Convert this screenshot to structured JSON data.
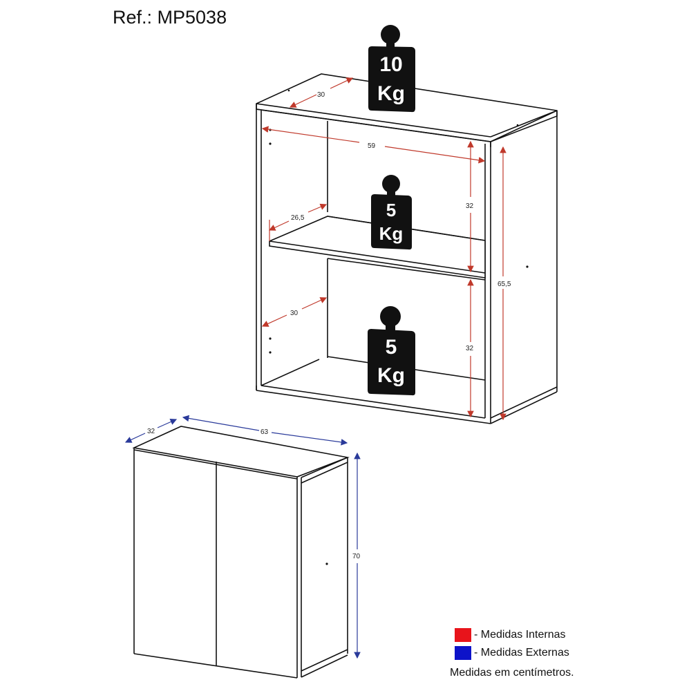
{
  "header": {
    "title": "Ref.: MP5038"
  },
  "colors": {
    "internal": "#e8141b",
    "external": "#0d13c9",
    "line": "#111111",
    "dim_internal_line": "#c0392b",
    "dim_external_line": "#2a3a9a"
  },
  "open_cabinet": {
    "weights": [
      {
        "value": "10",
        "unit": "Kg",
        "position": "top"
      },
      {
        "value": "5",
        "unit": "Kg",
        "position": "shelf"
      },
      {
        "value": "5",
        "unit": "Kg",
        "position": "bottom"
      }
    ],
    "dimensions_internal": {
      "top_depth": "30",
      "inner_width": "59",
      "shelf_depth": "26,5",
      "upper_height": "32",
      "bottom_depth": "30",
      "lower_height": "32",
      "inner_total_height": "65,5"
    }
  },
  "closed_cabinet": {
    "dimensions_external": {
      "depth": "32",
      "width": "63",
      "height": "70"
    }
  },
  "legend": {
    "items": [
      {
        "label": "- Medidas Internas",
        "color": "#e8141b"
      },
      {
        "label": "- Medidas Externas",
        "color": "#0d13c9"
      }
    ],
    "note": "Medidas em centímetros."
  }
}
